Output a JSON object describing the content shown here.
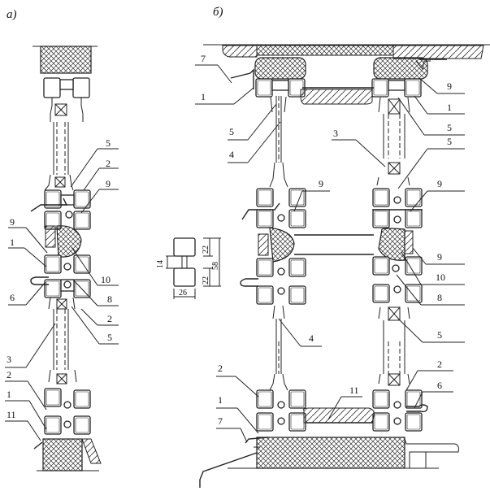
{
  "panels": {
    "a": {
      "title": "а)"
    },
    "b": {
      "title": "б)"
    }
  },
  "profile_dimensions": {
    "width": "26",
    "gap": "14",
    "top_height": "22",
    "bottom_height": "22",
    "total_height": "58"
  },
  "callouts_a": [
    {
      "id": "a-5-top",
      "label": "5"
    },
    {
      "id": "a-2-top",
      "label": "2"
    },
    {
      "id": "a-9-right",
      "label": "9"
    },
    {
      "id": "a-9-left",
      "label": "9"
    },
    {
      "id": "a-1-mid",
      "label": "1"
    },
    {
      "id": "a-10",
      "label": "10"
    },
    {
      "id": "a-6",
      "label": "6"
    },
    {
      "id": "a-8",
      "label": "8"
    },
    {
      "id": "a-2-mid",
      "label": "2"
    },
    {
      "id": "a-5-mid",
      "label": "5"
    },
    {
      "id": "a-3",
      "label": "3"
    },
    {
      "id": "a-2-bot",
      "label": "2"
    },
    {
      "id": "a-1-bot",
      "label": "1"
    },
    {
      "id": "a-11",
      "label": "11"
    }
  ],
  "callouts_b": [
    {
      "id": "b-7-top",
      "label": "7"
    },
    {
      "id": "b-1-topleft",
      "label": "1"
    },
    {
      "id": "b-5-topleft",
      "label": "5"
    },
    {
      "id": "b-4-top",
      "label": "4"
    },
    {
      "id": "b-9-topright",
      "label": "9"
    },
    {
      "id": "b-1-topright",
      "label": "1"
    },
    {
      "id": "b-5-topright",
      "label": "5"
    },
    {
      "id": "b-3",
      "label": "3"
    },
    {
      "id": "b-5-right2",
      "label": "5"
    },
    {
      "id": "b-9-midleft",
      "label": "9"
    },
    {
      "id": "b-9-midright",
      "label": "9"
    },
    {
      "id": "b-9-right2",
      "label": "9"
    },
    {
      "id": "b-10",
      "label": "10"
    },
    {
      "id": "b-8",
      "label": "8"
    },
    {
      "id": "b-5-right3",
      "label": "5"
    },
    {
      "id": "b-4-mid",
      "label": "4"
    },
    {
      "id": "b-2-left",
      "label": "2"
    },
    {
      "id": "b-11",
      "label": "11"
    },
    {
      "id": "b-2-right",
      "label": "2"
    },
    {
      "id": "b-6",
      "label": "6"
    },
    {
      "id": "b-1-botleft",
      "label": "1"
    },
    {
      "id": "b-7-bot",
      "label": "7"
    }
  ]
}
